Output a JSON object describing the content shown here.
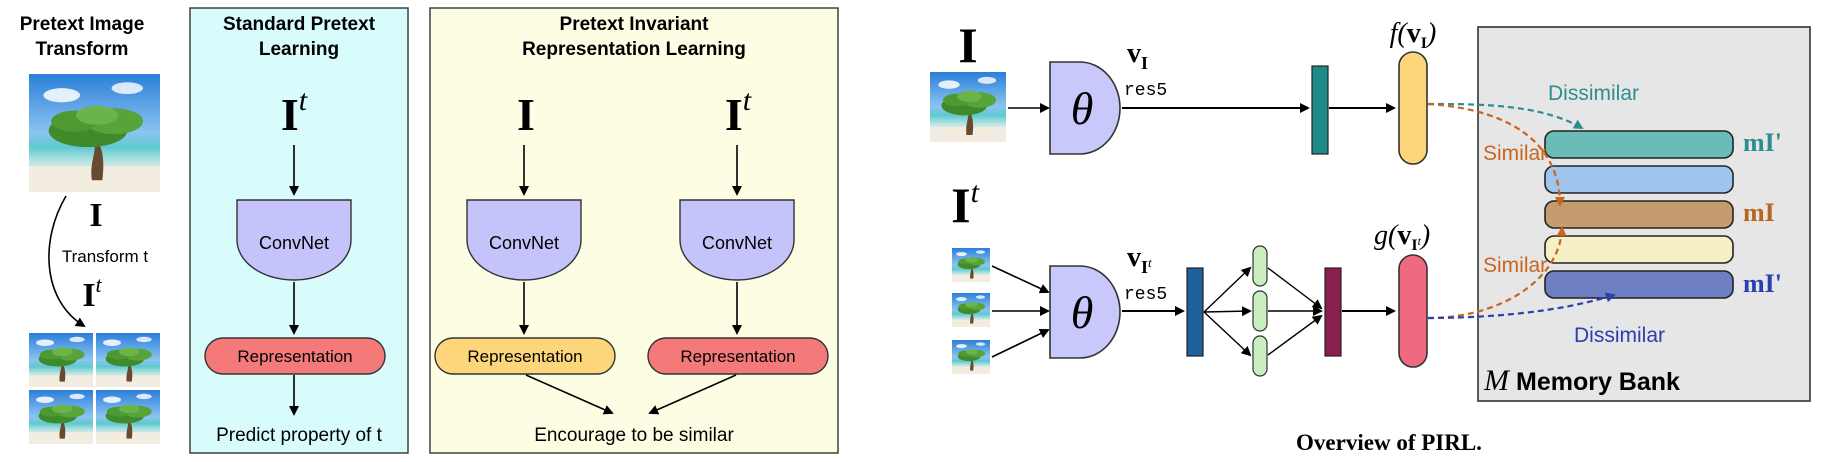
{
  "left_figure": {
    "pretext_column": {
      "title_line1": "Pretext Image",
      "title_line2": "Transform",
      "image_symbol": "I",
      "transform_label": "Transform t",
      "transformed_symbol": "I",
      "transformed_superscript": "t"
    },
    "standard_panel": {
      "title_line1": "Standard Pretext",
      "title_line2": "Learning",
      "input_symbol": "I",
      "input_superscript": "t",
      "convnet_label": "ConvNet",
      "representation_label": "Representation",
      "caption": "Predict property of t",
      "bg_color": "#d8fbfc"
    },
    "invariant_panel": {
      "title_line1": "Pretext Invariant",
      "title_line2": "Representation Learning",
      "left_input_symbol": "I",
      "right_input_symbol": "I",
      "right_input_superscript": "t",
      "left_convnet_label": "ConvNet",
      "right_convnet_label": "ConvNet",
      "left_representation_label": "Representation",
      "right_representation_label": "Representation",
      "caption": "Encourage to be similar",
      "bg_color": "#fdfde3"
    }
  },
  "right_figure": {
    "top_input_symbol": "I",
    "bottom_input_symbol": "I",
    "bottom_input_superscript": "t",
    "theta_symbol": "θ",
    "top_vector_label": "vI",
    "bottom_vector_label": "vIt",
    "res5_label_top": "res5",
    "res5_label_bottom": "res5",
    "f_label": "f(vI)",
    "g_label": "g(vIt)",
    "dissimilar_top": "Dissimilar",
    "similar_top": "Similar",
    "similar_bottom": "Similar",
    "dissimilar_bottom": "Dissimilar",
    "memory_bank_symbol": "M",
    "memory_bank_label": "Memory Bank",
    "m_labels": [
      "mI'",
      "mI",
      "mI'"
    ],
    "caption": "Overview of PIRL.",
    "colors": {
      "theta_fill": "#c8c8fa",
      "f_fill": "#fdd57a",
      "g_fill": "#ef6a80",
      "teal_bar": "#1e8a8a",
      "blue_bar": "#1f5f9a",
      "maroon_bar": "#8a1f4f",
      "memory_teal": "#6bbcb8",
      "memory_lightblue": "#9fc5ee",
      "memory_brown": "#c59c6d",
      "memory_cream": "#f5f0c5",
      "memory_indigo": "#6f7fc4",
      "dissimilar_teal": "#2c8f8f",
      "similar_orange": "#c8661e",
      "dissimilar_blue": "#2a3fb0",
      "bank_bg": "#e6e6e6"
    }
  }
}
